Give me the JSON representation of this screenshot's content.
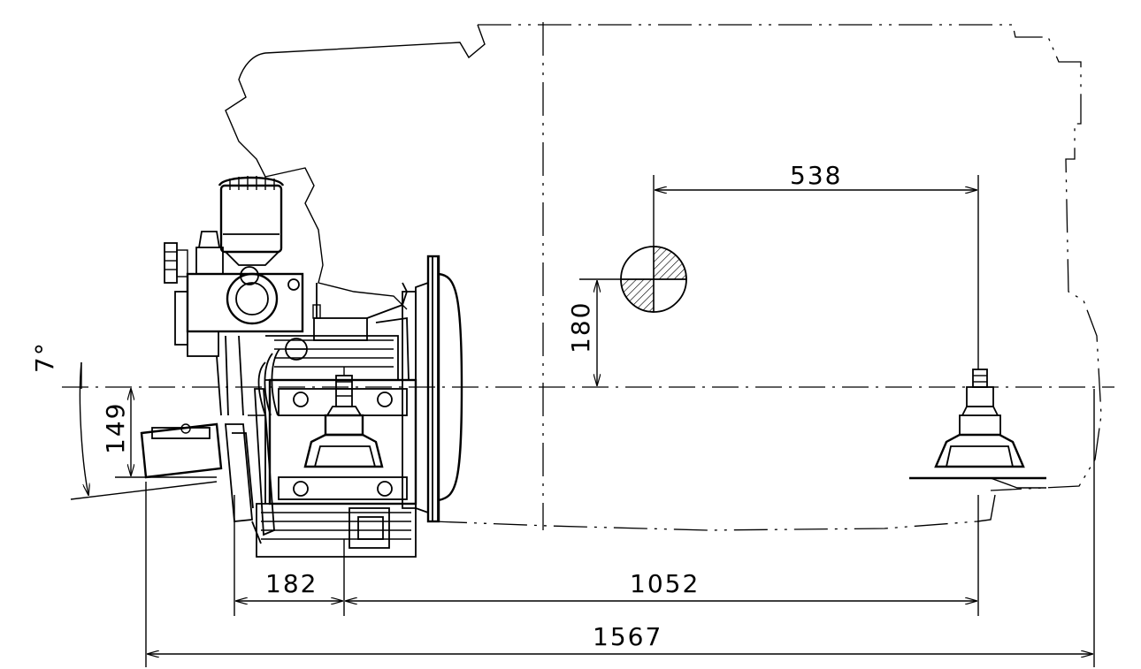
{
  "drawing": {
    "dimensions": {
      "d538": "538",
      "d180": "180",
      "d149": "149",
      "d182": "182",
      "d1052": "1052",
      "d1567": "1567",
      "angle": "7°"
    },
    "colors": {
      "ink": "#000000",
      "paper": "#ffffff"
    }
  }
}
